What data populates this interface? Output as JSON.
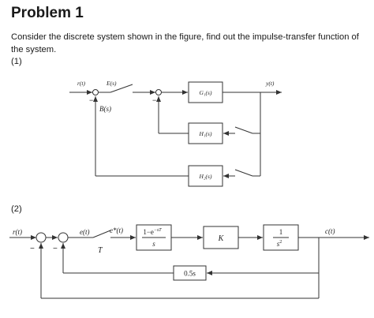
{
  "title": "Problem 1",
  "statement": "Consider the discrete system shown in the figure, find out the impulse-transfer function of the system.",
  "part1_label": "(1)",
  "part2_label": "(2)",
  "diagram1": {
    "input": "r(t)",
    "sampled": "E(s)",
    "feedback_label": "B(s)",
    "g1": "G₁(s)",
    "h1": "H₁(s)",
    "h2": "H₂(s)",
    "output": "y(t)",
    "minus": "−"
  },
  "diagram2": {
    "input": "r(t)",
    "error": "e(t)",
    "sampled": "e*(t)",
    "period": "T",
    "zoh_num": "1−e",
    "zoh_exp": "−sT",
    "zoh_den": "s",
    "gain": "K",
    "plant_num": "1",
    "plant_den": "s",
    "plant_exp": "2",
    "feedback": "0.5s",
    "output": "c(t)",
    "minus": "−"
  }
}
